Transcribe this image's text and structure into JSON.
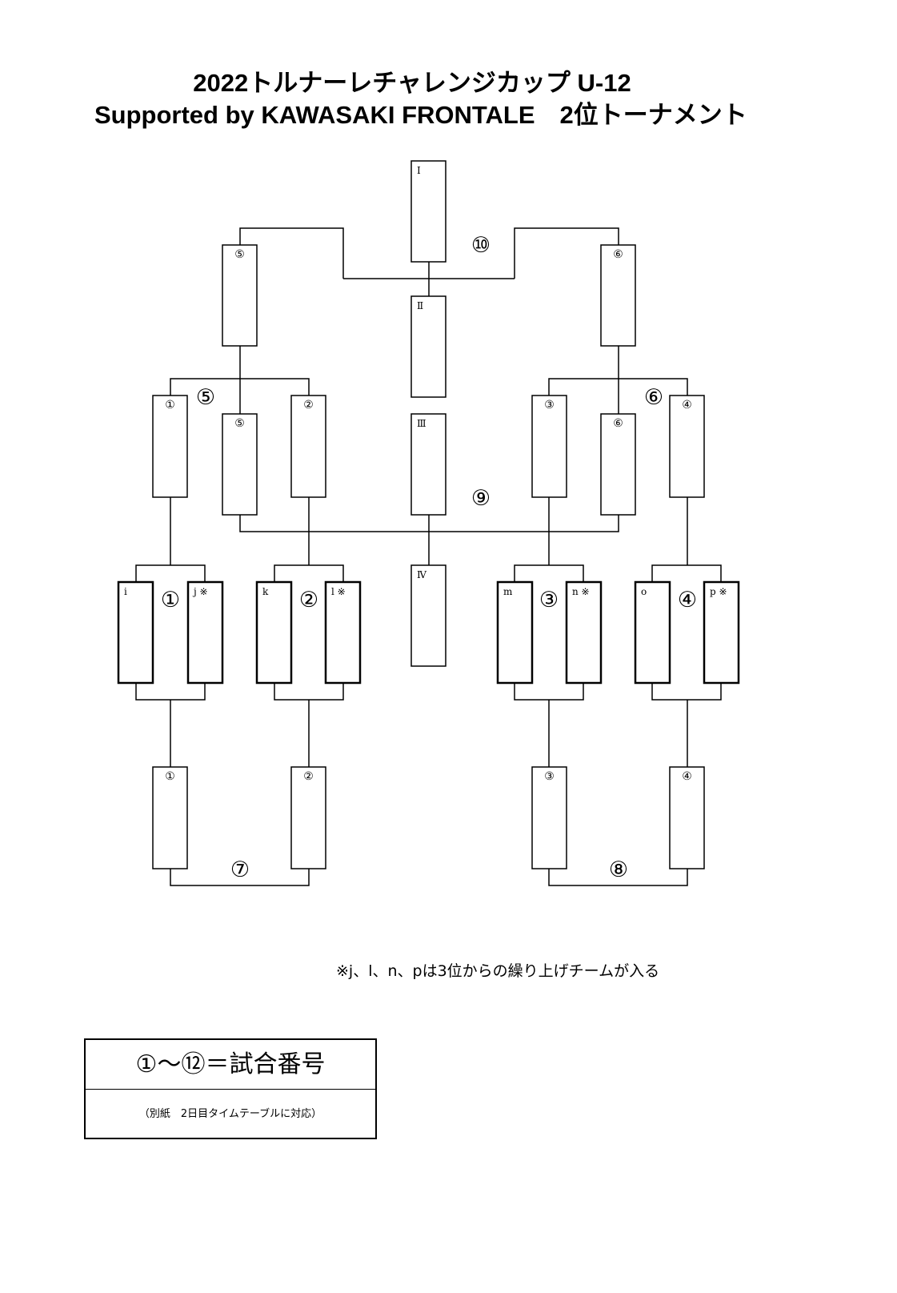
{
  "header": {
    "title": "2022トルナーレチャレンジカップ U-12",
    "subtitle": "Supported by KAWASAKI FRONTALE　2位トーナメント"
  },
  "placements": [
    "Ⅰ",
    "Ⅱ",
    "Ⅲ",
    "Ⅳ"
  ],
  "round1_slots": [
    "i",
    "j ※",
    "k",
    "l ※",
    "m",
    "n ※",
    "o",
    "p ※"
  ],
  "slot_refs": {
    "r2_1": "①",
    "r2_2": "②",
    "r2_3": "③",
    "r2_4": "④",
    "r2_5": "⑤",
    "r2_6": "⑥",
    "top_5": "⑤",
    "top_6": "⑥",
    "low_1": "①",
    "low_2": "②",
    "low_3": "③",
    "low_4": "④"
  },
  "matches": {
    "m1": "①",
    "m2": "②",
    "m3": "③",
    "m4": "④",
    "m5": "⑤",
    "m6": "⑥",
    "m7": "⑦",
    "m8": "⑧",
    "m9": "⑨",
    "m10": "⑩"
  },
  "note": "※j、l、n、pは3位からの繰り上げチームが入る",
  "legend": {
    "title": "①～⑫＝試合番号",
    "subtitle": "（別紙　2日目タイムテーブルに対応）"
  }
}
